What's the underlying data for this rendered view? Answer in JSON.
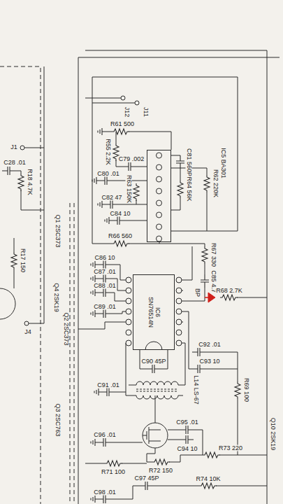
{
  "diagram": {
    "nodes": [
      {
        "text": [
          "IC5 BA301"
        ]
      },
      {
        "text": [
          "IC6",
          "SN76514N"
        ]
      }
    ],
    "labels": [
      "J12",
      "J11",
      "R61 500",
      "J1",
      "C28 .01",
      "R18 4.7K",
      "R55 2.2K",
      "C79 .002",
      "C80 .01",
      "R63 150K",
      "C81 560P",
      "R64 56K",
      "R62 220K",
      "C82 47",
      "C84 10",
      "Q1 2SC373",
      "R66 560",
      "R67 330",
      "C86 10",
      "C87 .01",
      "C85 4.7",
      "C88 .01",
      "BP",
      "R68 2.7K",
      "Q4 2SK19",
      "R17 150",
      "C89 .01",
      "Q2 2SC373",
      "J4",
      "C92 .01",
      "C93 10",
      "C90 45P",
      "R69 100",
      "L14 LS-67",
      "C91 .01",
      "Q3 2SC763",
      "C95 .01",
      "C94 10",
      "Q10 2SK19",
      "C96 .01",
      "R73 220",
      "R72 150",
      "R71 100",
      "C97 45P",
      "R74 10K",
      "C98 .01"
    ]
  }
}
